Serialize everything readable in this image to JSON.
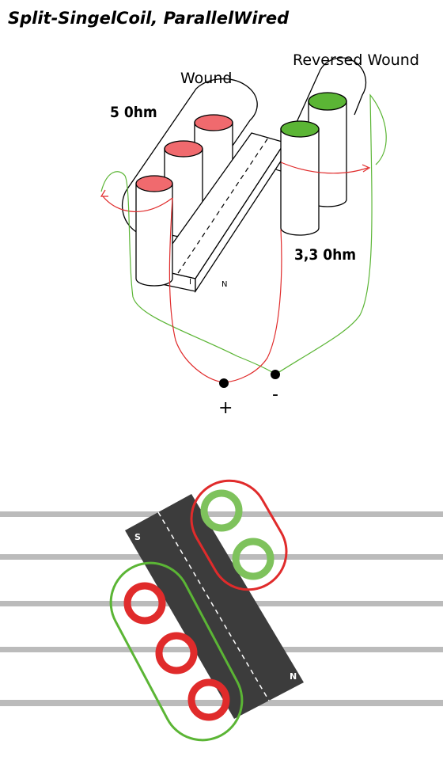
{
  "title": "Split-SingelCoil, ParallelWired",
  "labels": {
    "wound": "Wound",
    "reversed_wound": "Reversed Wound",
    "resistance_wound": "5 0hm",
    "resistance_reversed": "3,3 0hm",
    "terminal_plus": "+",
    "terminal_minus": "-"
  },
  "magnet": {
    "south": "S",
    "north": "N",
    "center_mark": "I"
  },
  "colors": {
    "wound_coil": "#f06a6e",
    "reversed_coil": "#5bb535",
    "red_wire": "#e02b2b",
    "green_wire": "#5bb535",
    "string": "#bbbbbb",
    "magnet_top": "#3c3c3c"
  }
}
